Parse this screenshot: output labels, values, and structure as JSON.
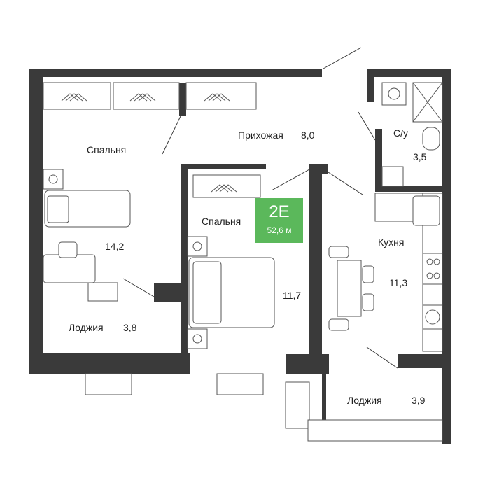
{
  "apartment": {
    "type_code": "2E",
    "total_area": "52,6 м",
    "accent_color": "#5bb85b",
    "wall_color": "#3a3a3a"
  },
  "rooms": [
    {
      "id": "bedroom-1",
      "name": "Спальня",
      "area": "14,2"
    },
    {
      "id": "bedroom-2",
      "name": "Спальня",
      "area": "11,7"
    },
    {
      "id": "hallway",
      "name": "Прихожая",
      "area": "8,0"
    },
    {
      "id": "bathroom",
      "name": "С/у",
      "area": "3,5"
    },
    {
      "id": "kitchen",
      "name": "Кухня",
      "area": "11,3"
    },
    {
      "id": "loggia-1",
      "name": "Лоджия",
      "area": "3,8"
    },
    {
      "id": "loggia-2",
      "name": "Лоджия",
      "area": "3,9"
    }
  ],
  "icons": [
    "wardrobe-hanger-icon",
    "bed-icon",
    "desk-icon",
    "chair-icon",
    "table-icon",
    "stove-icon",
    "sink-icon",
    "shower-icon",
    "toilet-icon",
    "washbasin-icon",
    "washing-machine-icon",
    "window-icon"
  ]
}
